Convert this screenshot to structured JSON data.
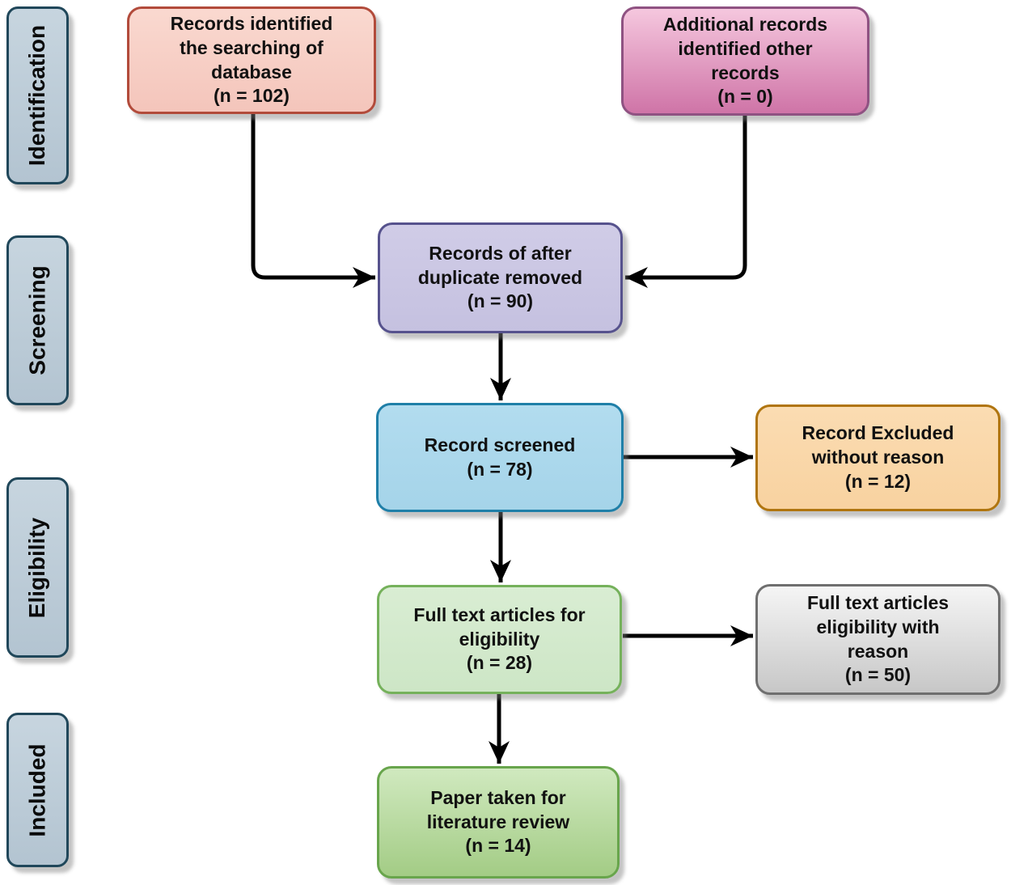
{
  "diagram": {
    "type": "prisma-flowchart",
    "arrow_color": "#000000",
    "text_color": "#111111",
    "stage_colors": {
      "fill": "#c7d5df",
      "fill2": "#b3c4d1",
      "border": "#20475a"
    },
    "stages": [
      {
        "label": "Identification"
      },
      {
        "label": "Screening"
      },
      {
        "label": "Eligibility"
      },
      {
        "label": "Included"
      }
    ],
    "nodes": {
      "records_identified": {
        "lines": [
          "Records identified",
          "the searching of",
          "database",
          "(n = 102)"
        ],
        "colors": {
          "fill": "#fad9d0",
          "fill2": "#f4c5bb",
          "border": "#b24b3b"
        }
      },
      "additional_records": {
        "lines": [
          "Additional records",
          "identified other",
          "records",
          "(n = 0)"
        ],
        "colors": {
          "fill": "#f5c7de",
          "fill2": "#cf74a7",
          "border": "#8f5282"
        }
      },
      "duplicate_removed": {
        "lines": [
          "Records of after",
          "duplicate removed",
          "(n = 90)"
        ],
        "colors": {
          "fill": "#d0cce7",
          "fill2": "#c5c1e0",
          "border": "#56528d"
        }
      },
      "record_screened": {
        "lines": [
          "Record screened",
          "(n = 78)"
        ],
        "colors": {
          "fill": "#b2dcef",
          "fill2": "#a5d4e9",
          "border": "#1f7fa8"
        }
      },
      "record_excluded": {
        "lines": [
          "Record Excluded",
          "without reason",
          "(n = 12)"
        ],
        "colors": {
          "fill": "#fbdcb2",
          "fill2": "#f8d2a0",
          "border": "#b0750f"
        }
      },
      "full_text_eligibility": {
        "lines": [
          "Full text articles for",
          "eligibility",
          "(n = 28)"
        ],
        "colors": {
          "fill": "#d9edd3",
          "fill2": "#cde6c6",
          "border": "#75b15b"
        }
      },
      "full_text_reason": {
        "lines": [
          "Full text articles",
          "eligibility with",
          "reason",
          "(n = 50)"
        ],
        "colors": {
          "fill": "#f5f5f5",
          "fill2": "#c7c7c7",
          "border": "#6f6f6f"
        }
      },
      "paper_taken": {
        "lines": [
          "Paper taken for",
          "literature review",
          "(n = 14)"
        ],
        "colors": {
          "fill": "#d0e9bf",
          "fill2": "#a3cc85",
          "border": "#68a54c"
        }
      }
    }
  }
}
